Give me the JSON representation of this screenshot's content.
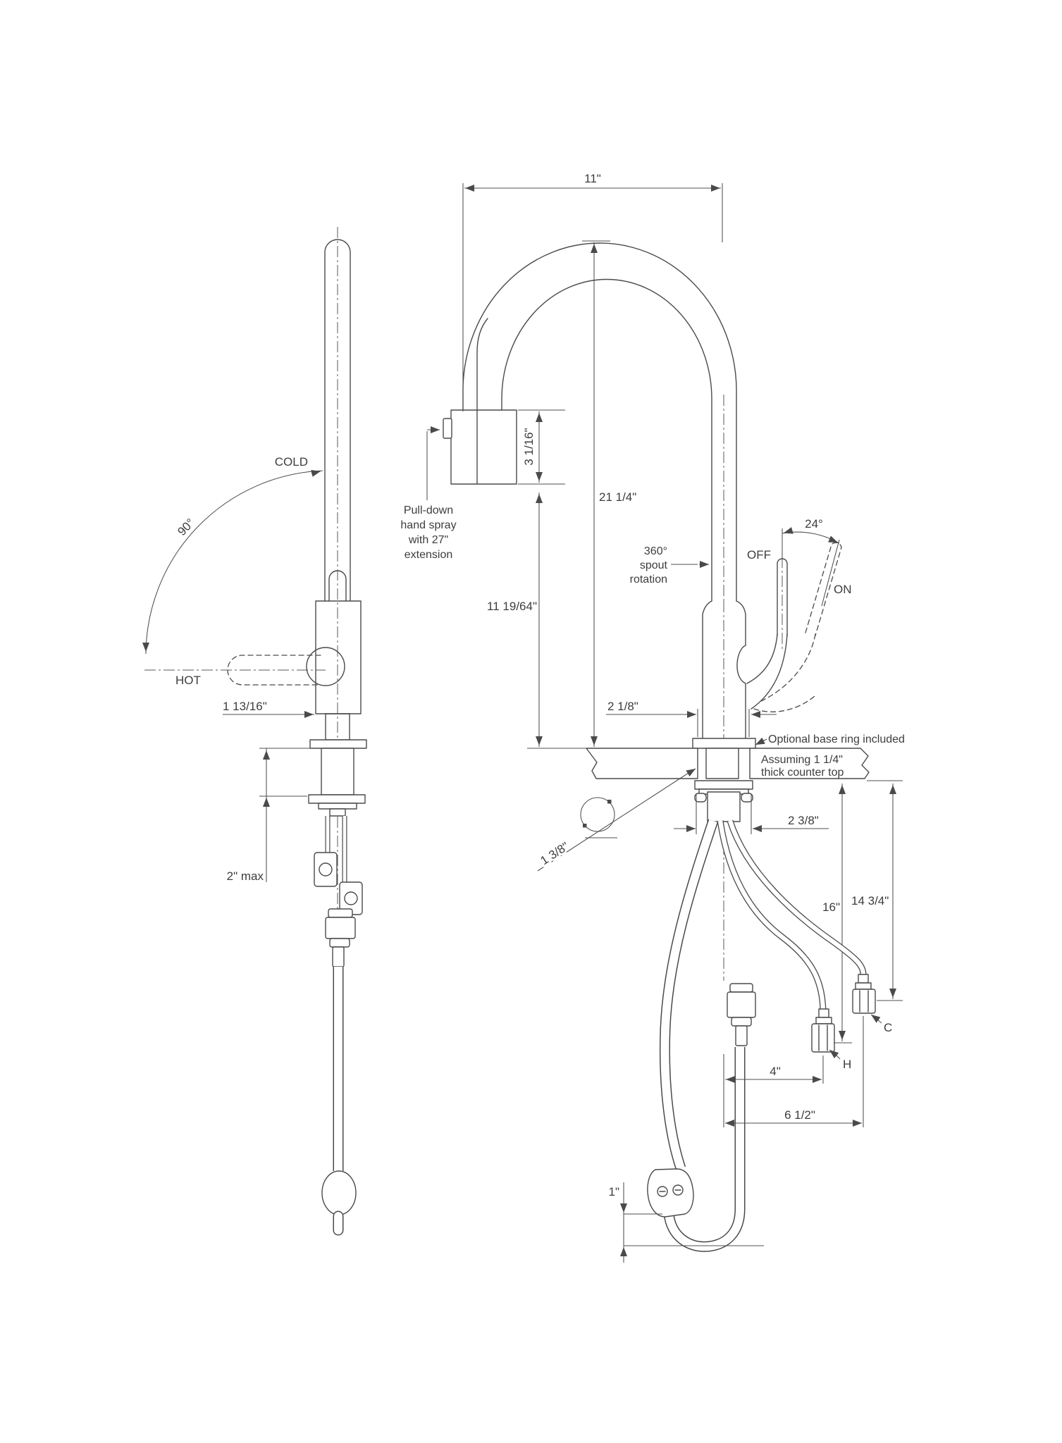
{
  "drawing": {
    "kind": "faucet installation dimension drawing",
    "line_color": "#4a4a4a",
    "text_color": "#3d3d3d",
    "background": "#ffffff"
  },
  "side_view": {
    "cold": "COLD",
    "hot": "HOT",
    "swing_angle": "90°",
    "handle_projection": "1 13/16\"",
    "max_counter_thickness": "2\" max"
  },
  "front_view": {
    "spout_reach": "11\"",
    "spray_head_height": "3 1/16\"",
    "overall_height": "21 1/4\"",
    "spout_clearance": "11 19/64\"",
    "spout_rotation": [
      "360°",
      "spout",
      "rotation"
    ],
    "handle_off": "OFF",
    "handle_on": "ON",
    "handle_angle": "24°",
    "base_width": "2 1/8\"",
    "base_ring_note": "Optional base ring included",
    "counter_note": [
      "Assuming 1 1/4\"",
      "thick counter top"
    ],
    "hole_diameter": "1 3/8\"",
    "shank_width": "2 3/8\"",
    "hot_line_drop": "16\"",
    "cold_line_drop": "14 3/4\"",
    "hot_line_offset": "4\"",
    "cold_line_offset": "6 1/2\"",
    "hose_loop_clearance": "1\"",
    "hot_tag": "H",
    "cold_tag": "C"
  },
  "spray_note": [
    "Pull-down",
    "hand spray",
    "with 27\"",
    "extension"
  ]
}
